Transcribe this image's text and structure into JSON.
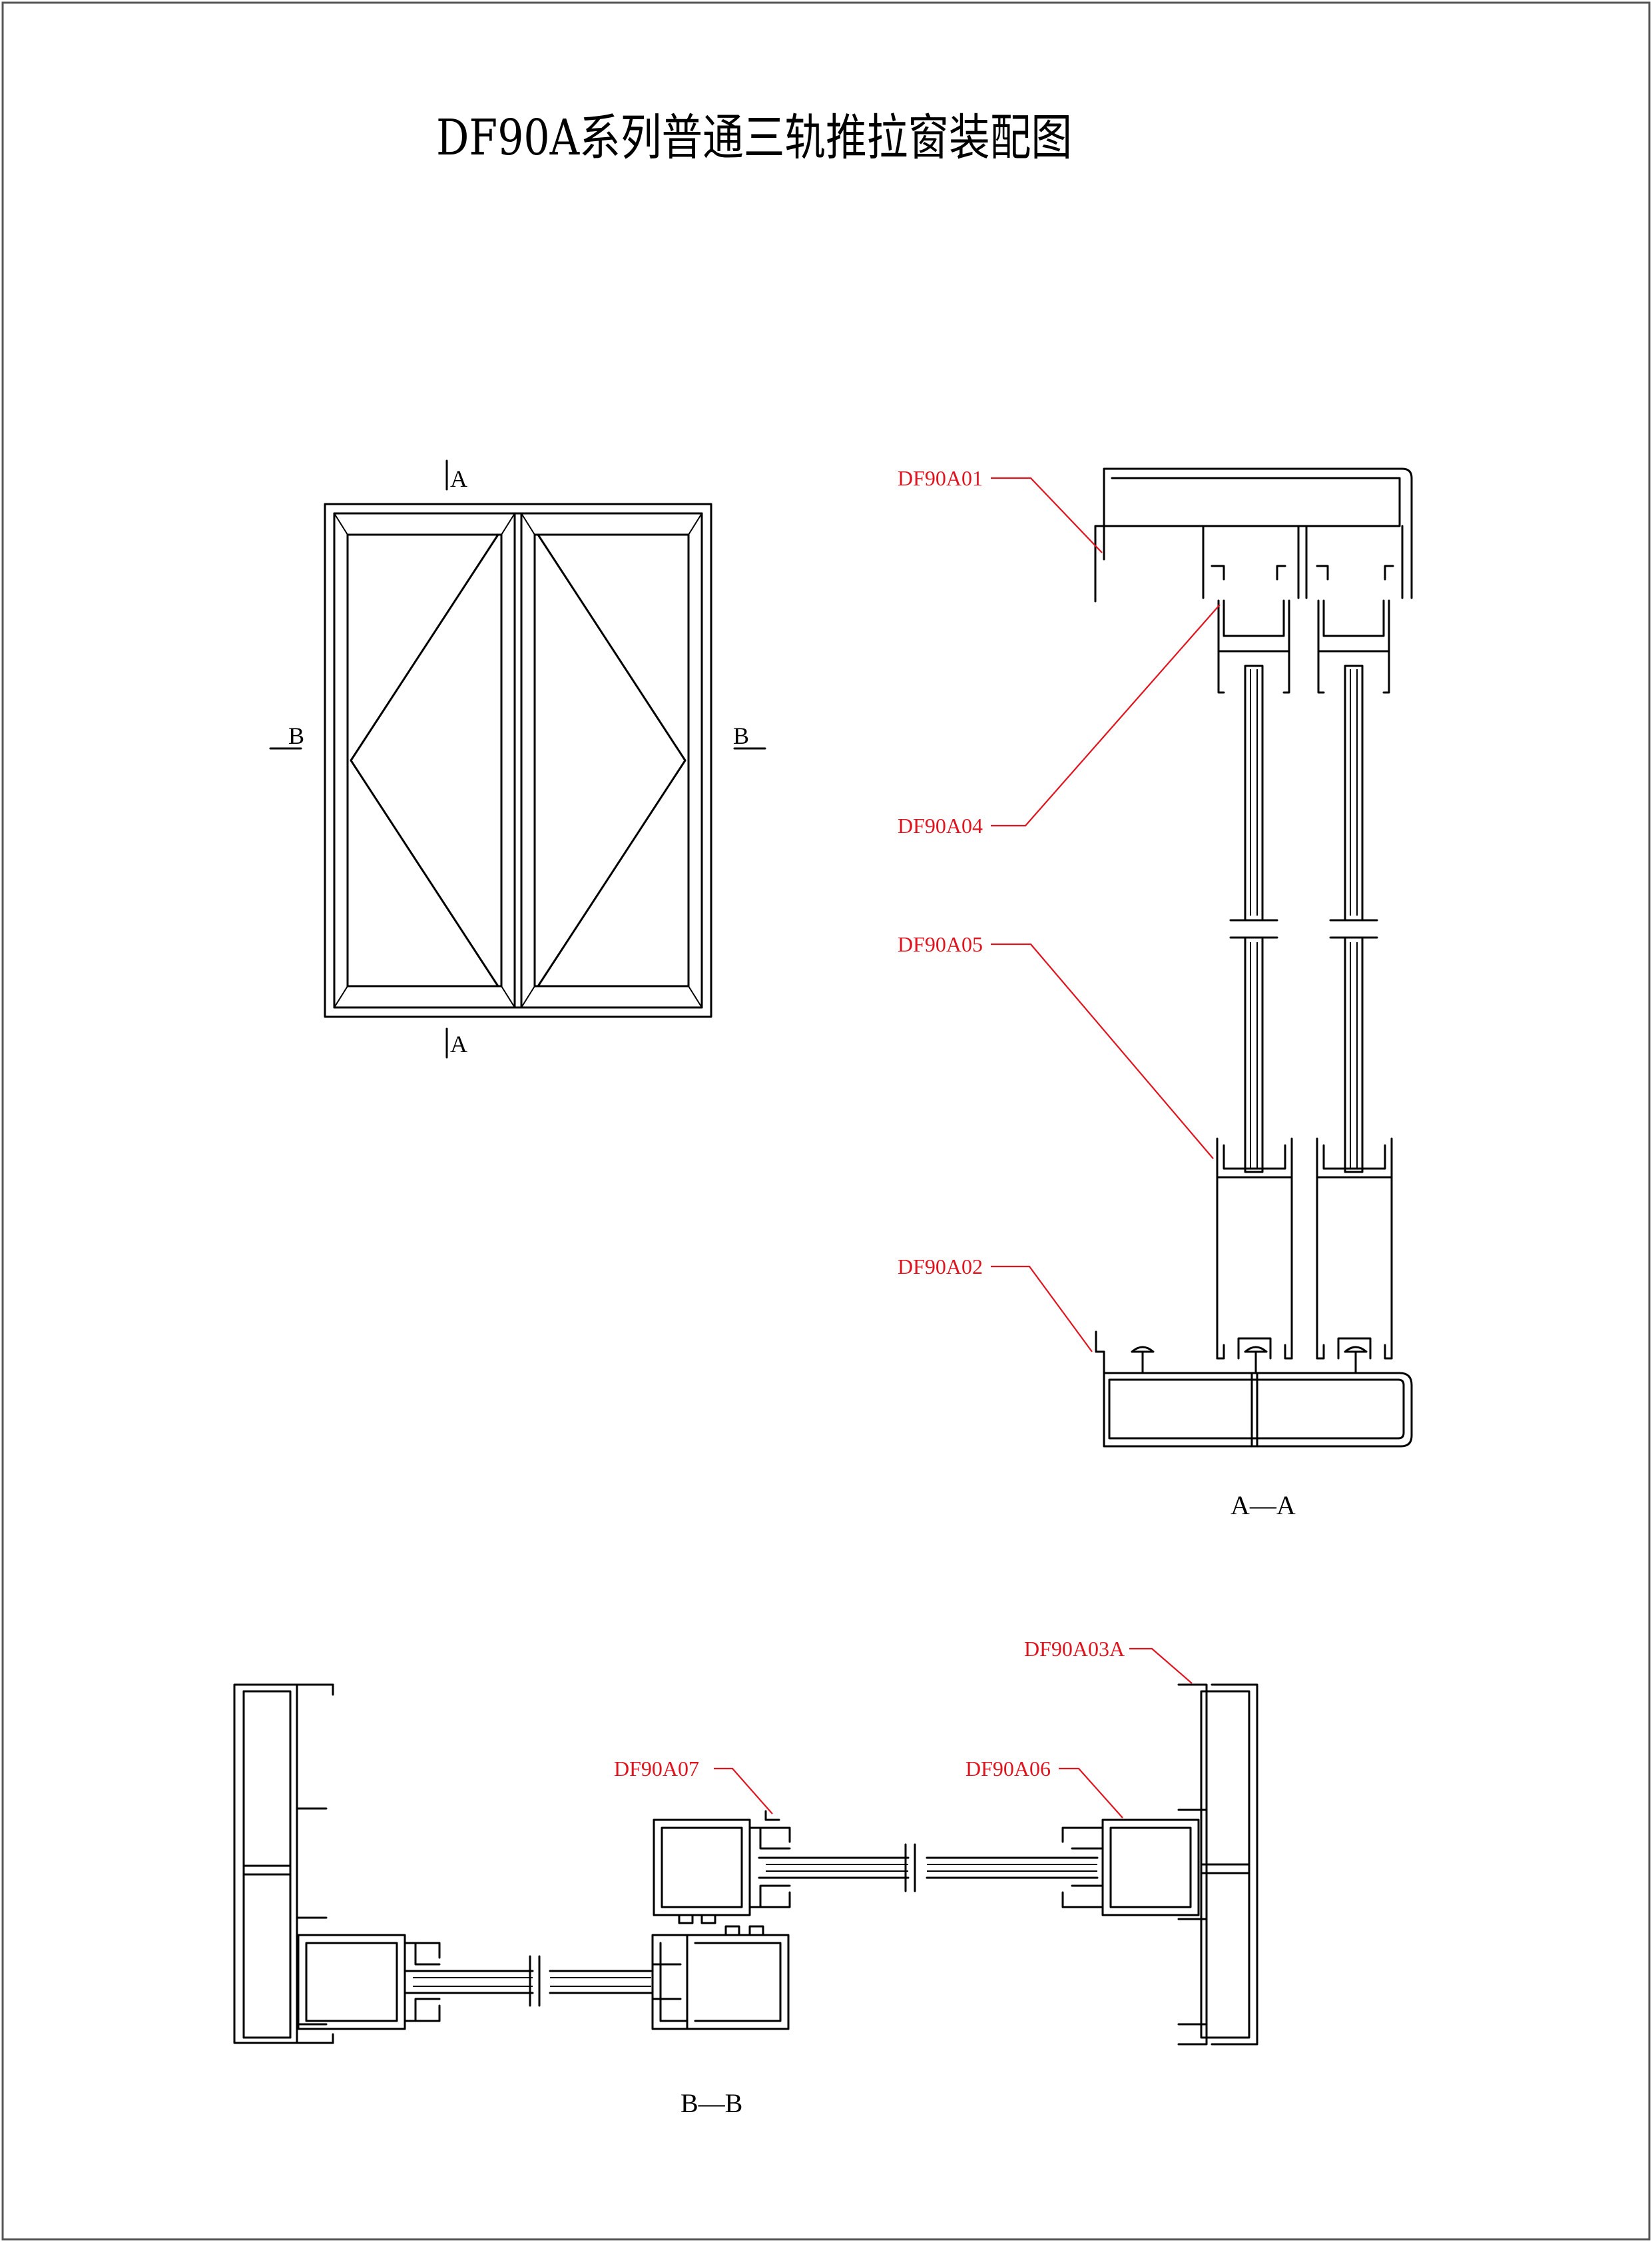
{
  "title": "DF90A系列普通三轨推拉窗装配图",
  "elevation": {
    "section_mark_a": "A",
    "section_mark_b": "B"
  },
  "section_aa": {
    "caption": "A—A",
    "parts": [
      "DF90A01",
      "DF90A04",
      "DF90A05",
      "DF90A02"
    ]
  },
  "section_bb": {
    "caption": "B—B",
    "parts": [
      "DF90A03A",
      "DF90A07",
      "DF90A06"
    ]
  },
  "colors": {
    "line": "#000000",
    "part_label": "#e0141e",
    "border": "#555555"
  }
}
